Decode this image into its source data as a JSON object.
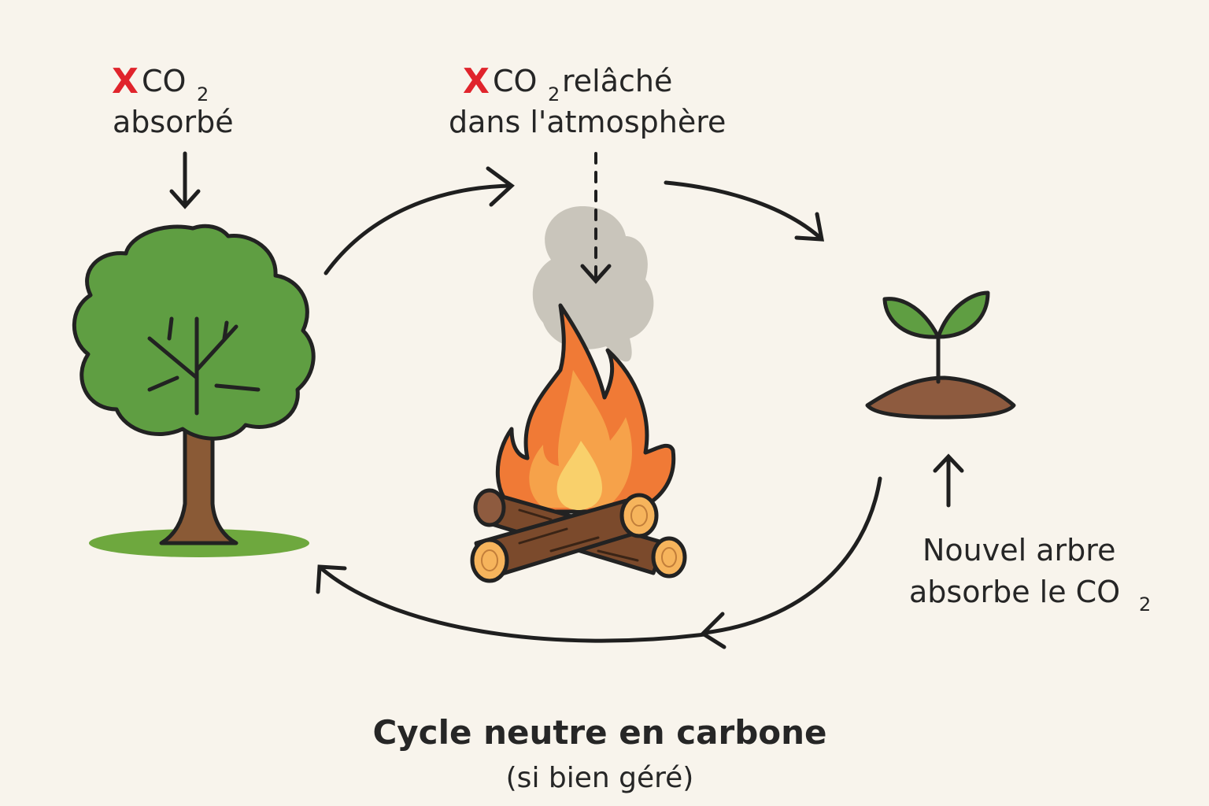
{
  "labels": {
    "absorbed_x": "X",
    "absorbed_co": "CO",
    "absorbed_sub": "2",
    "absorbed_word": "absorbé",
    "released_x": "X",
    "released_co": "CO",
    "released_sub": "2",
    "released_rest": " relâché",
    "released_line2": "dans l'atmosphère",
    "new_tree_line1": "Nouvel arbre",
    "new_tree_line2": "absorbe le CO",
    "new_tree_sub": "2"
  },
  "caption": {
    "title": "Cycle neutre en carbone",
    "subtitle": "(si bien géré)"
  },
  "colors": {
    "background": "#f8f4ec",
    "x_mark": "#e0242c",
    "tree_green": "#5f9e42",
    "trunk_brown": "#8a5a36",
    "flame_outer": "#f07a36",
    "flame_mid": "#f6a24a",
    "flame_inner": "#f9d06b",
    "smoke": "#c9c5bb",
    "log_brown": "#7b4a2c",
    "soil": "#8e5b3f"
  },
  "icons": {
    "tree": "tree-icon",
    "fire": "campfire-icon",
    "smoke": "smoke-icon",
    "sprout": "sprout-icon"
  }
}
